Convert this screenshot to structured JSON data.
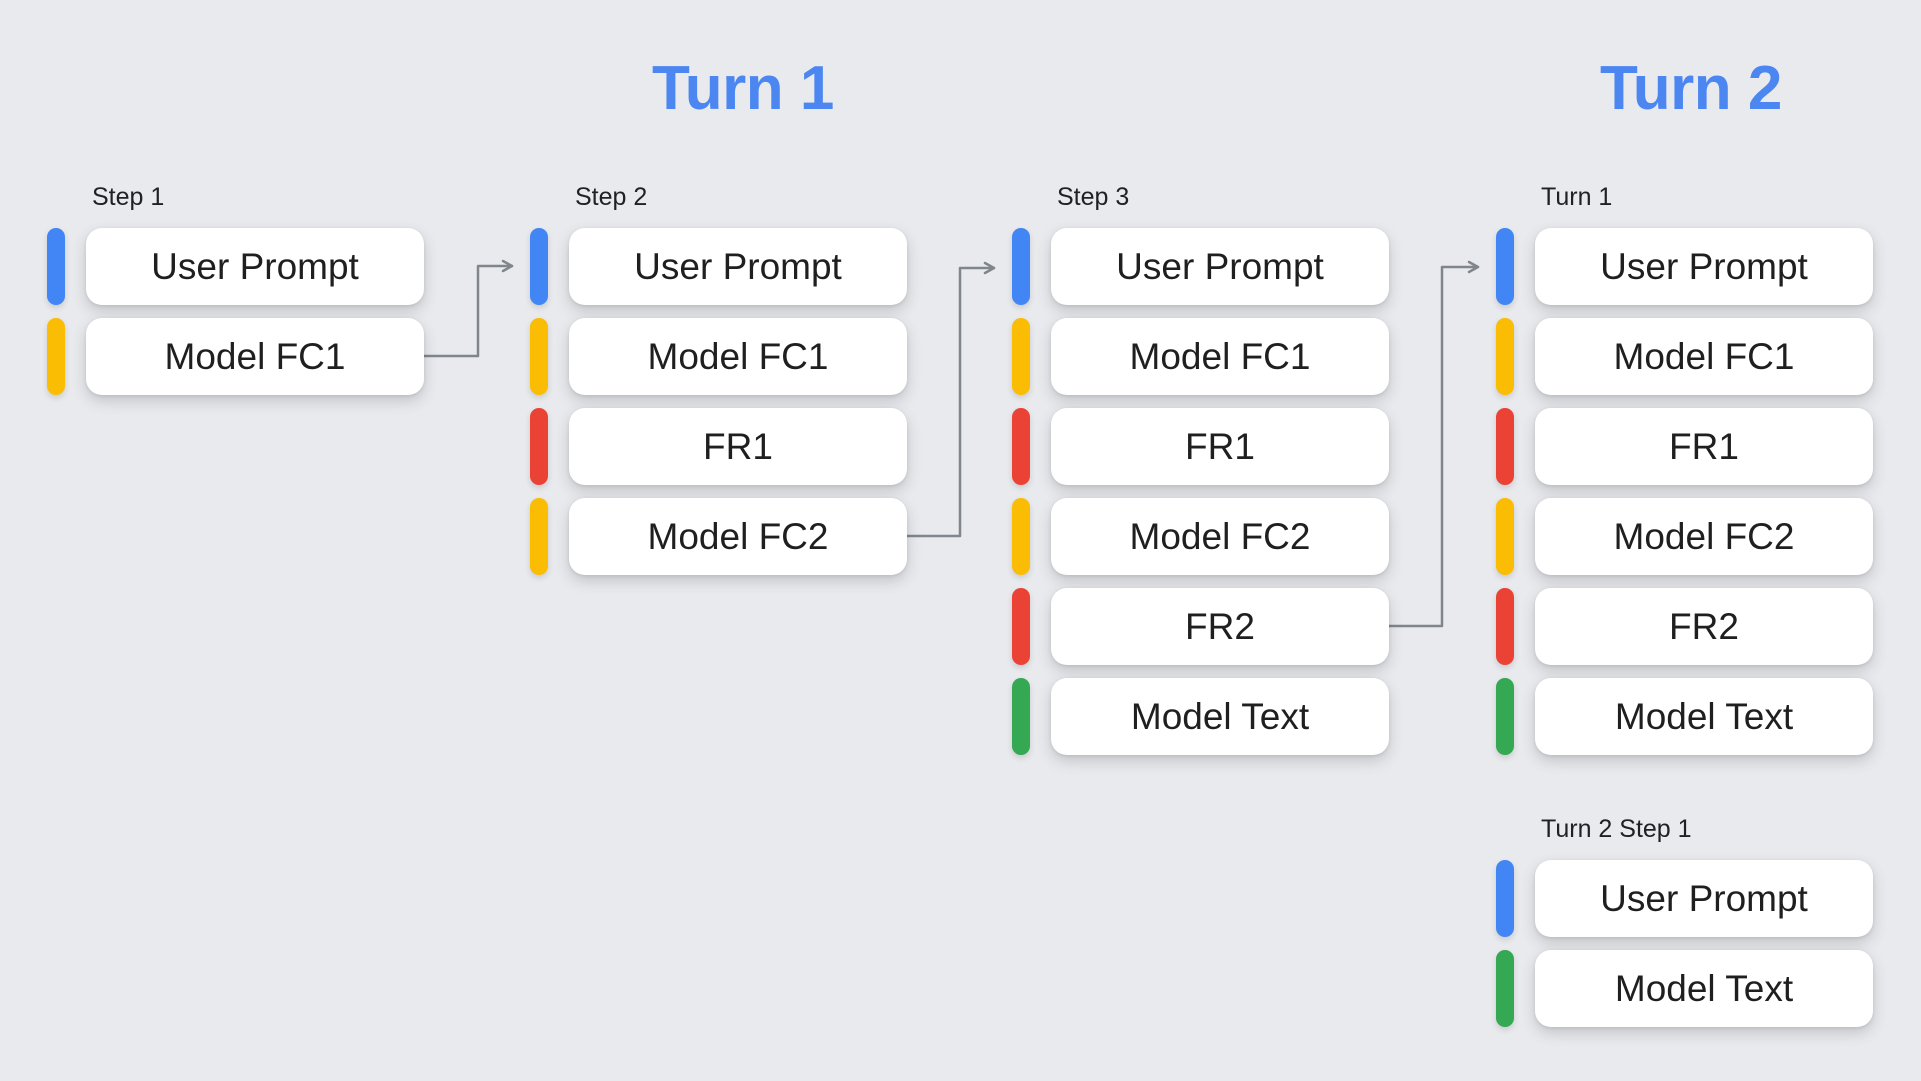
{
  "diagram": {
    "turn_titles": [
      {
        "text": "Turn 1"
      },
      {
        "text": "Turn 2"
      }
    ],
    "palette": {
      "user_prompt": "#4285F4",
      "model_function_call": "#FBBC04",
      "function_response": "#EA4335",
      "model_text": "#34A853",
      "title_blue": "#4C86F0",
      "arrow_gray": "#80868B",
      "background": "#E9EAEE"
    },
    "groups": [
      {
        "label": "Step 1",
        "items": [
          {
            "label": "User Prompt",
            "type": "user_prompt"
          },
          {
            "label": "Model FC1",
            "type": "model_function_call"
          }
        ]
      },
      {
        "label": "Step 2",
        "items": [
          {
            "label": "User Prompt",
            "type": "user_prompt"
          },
          {
            "label": "Model FC1",
            "type": "model_function_call"
          },
          {
            "label": "FR1",
            "type": "function_response"
          },
          {
            "label": "Model FC2",
            "type": "model_function_call"
          }
        ]
      },
      {
        "label": "Step 3",
        "items": [
          {
            "label": "User Prompt",
            "type": "user_prompt"
          },
          {
            "label": "Model FC1",
            "type": "model_function_call"
          },
          {
            "label": "FR1",
            "type": "function_response"
          },
          {
            "label": "Model FC2",
            "type": "model_function_call"
          },
          {
            "label": "FR2",
            "type": "function_response"
          },
          {
            "label": "Model Text",
            "type": "model_text"
          }
        ]
      },
      {
        "label": "Turn 1",
        "items": [
          {
            "label": "User Prompt",
            "type": "user_prompt"
          },
          {
            "label": "Model FC1",
            "type": "model_function_call"
          },
          {
            "label": "FR1",
            "type": "function_response"
          },
          {
            "label": "Model FC2",
            "type": "model_function_call"
          },
          {
            "label": "FR2",
            "type": "function_response"
          },
          {
            "label": "Model Text",
            "type": "model_text"
          }
        ]
      },
      {
        "label": "Turn 2 Step 1",
        "items": [
          {
            "label": "User Prompt",
            "type": "user_prompt"
          },
          {
            "label": "Model Text",
            "type": "model_text"
          }
        ]
      }
    ],
    "connections": [
      {
        "from": "Step 1 / Model FC1",
        "to": "Step 2 / User Prompt"
      },
      {
        "from": "Step 2 / Model FC2",
        "to": "Step 3 / User Prompt"
      },
      {
        "from": "Step 3 / FR2",
        "to": "Turn 1 / User Prompt"
      }
    ]
  }
}
